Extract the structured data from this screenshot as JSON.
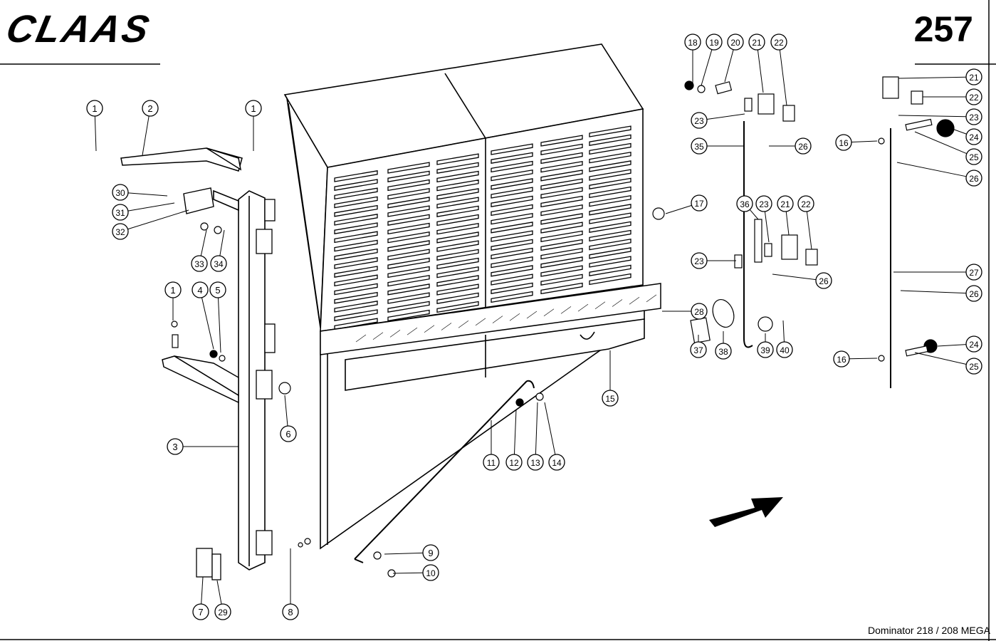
{
  "header": {
    "brand": "CLAAS",
    "page_number": "257"
  },
  "footer": {
    "model": "Dominator 218 / 208 MEGA"
  },
  "callouts": [
    {
      "id": "c1a",
      "label": "1"
    },
    {
      "id": "c2",
      "label": "2"
    },
    {
      "id": "c1b",
      "label": "1"
    },
    {
      "id": "c30",
      "label": "30"
    },
    {
      "id": "c31",
      "label": "31"
    },
    {
      "id": "c32",
      "label": "32"
    },
    {
      "id": "c33",
      "label": "33"
    },
    {
      "id": "c34",
      "label": "34"
    },
    {
      "id": "c1c",
      "label": "1"
    },
    {
      "id": "c4",
      "label": "4"
    },
    {
      "id": "c5",
      "label": "5"
    },
    {
      "id": "c6",
      "label": "6"
    },
    {
      "id": "c3",
      "label": "3"
    },
    {
      "id": "c7",
      "label": "7"
    },
    {
      "id": "c29",
      "label": "29"
    },
    {
      "id": "c8",
      "label": "8"
    },
    {
      "id": "c9",
      "label": "9"
    },
    {
      "id": "c10",
      "label": "10"
    },
    {
      "id": "c11",
      "label": "11"
    },
    {
      "id": "c12",
      "label": "12"
    },
    {
      "id": "c13",
      "label": "13"
    },
    {
      "id": "c14",
      "label": "14"
    },
    {
      "id": "c15",
      "label": "15"
    },
    {
      "id": "c17",
      "label": "17"
    },
    {
      "id": "c28",
      "label": "28"
    },
    {
      "id": "c18",
      "label": "18"
    },
    {
      "id": "c19",
      "label": "19"
    },
    {
      "id": "c20",
      "label": "20"
    },
    {
      "id": "c21a",
      "label": "21"
    },
    {
      "id": "c22a",
      "label": "22"
    },
    {
      "id": "c23a",
      "label": "23"
    },
    {
      "id": "c35",
      "label": "35"
    },
    {
      "id": "c26a",
      "label": "26"
    },
    {
      "id": "c36",
      "label": "36"
    },
    {
      "id": "c23b",
      "label": "23"
    },
    {
      "id": "c21b",
      "label": "21"
    },
    {
      "id": "c22b",
      "label": "22"
    },
    {
      "id": "c23c",
      "label": "23"
    },
    {
      "id": "c26b",
      "label": "26"
    },
    {
      "id": "c37",
      "label": "37"
    },
    {
      "id": "c38",
      "label": "38"
    },
    {
      "id": "c39",
      "label": "39"
    },
    {
      "id": "c40",
      "label": "40"
    },
    {
      "id": "c21c",
      "label": "21"
    },
    {
      "id": "c22c",
      "label": "22"
    },
    {
      "id": "c23d",
      "label": "23"
    },
    {
      "id": "c16a",
      "label": "16"
    },
    {
      "id": "c24a",
      "label": "24"
    },
    {
      "id": "c25a",
      "label": "25"
    },
    {
      "id": "c26c",
      "label": "26"
    },
    {
      "id": "c27",
      "label": "27"
    },
    {
      "id": "c26d",
      "label": "26"
    },
    {
      "id": "c16b",
      "label": "16"
    },
    {
      "id": "c24b",
      "label": "24"
    },
    {
      "id": "c25b",
      "label": "25"
    }
  ]
}
